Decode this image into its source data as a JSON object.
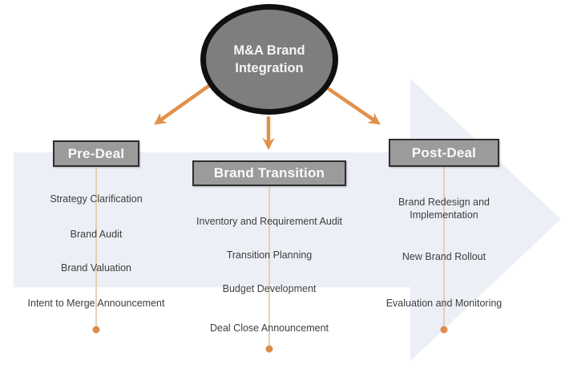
{
  "diagram_title": "M&A Brand Integration",
  "columns": [
    {
      "header": "Pre-Deal",
      "items": [
        "Strategy Clarification",
        "Brand Audit",
        "Brand Valuation",
        "Intent to Merge Announcement"
      ]
    },
    {
      "header": "Brand Transition",
      "items": [
        "Inventory and Requirement Audit",
        "Transition Planning",
        "Budget Development",
        "Deal Close Announcement"
      ]
    },
    {
      "header": "Post-Deal",
      "items": [
        "Brand Redesign and Implementation",
        "New Brand Rollout",
        "Evaluation and Monitoring"
      ]
    }
  ],
  "colors": {
    "band": "#edeff6",
    "circle_fill": "#7e7e7e",
    "circle_stroke": "#101010",
    "box_fill": "#9b9b9b",
    "box_stroke": "#2e2e2e",
    "box_text": "#fafafa",
    "arrow": "#e2914c",
    "connector": "#e3cdab",
    "dot": "#dc8b49",
    "item_text": "#3d3d3d",
    "title_text": "#f5f5f5"
  }
}
